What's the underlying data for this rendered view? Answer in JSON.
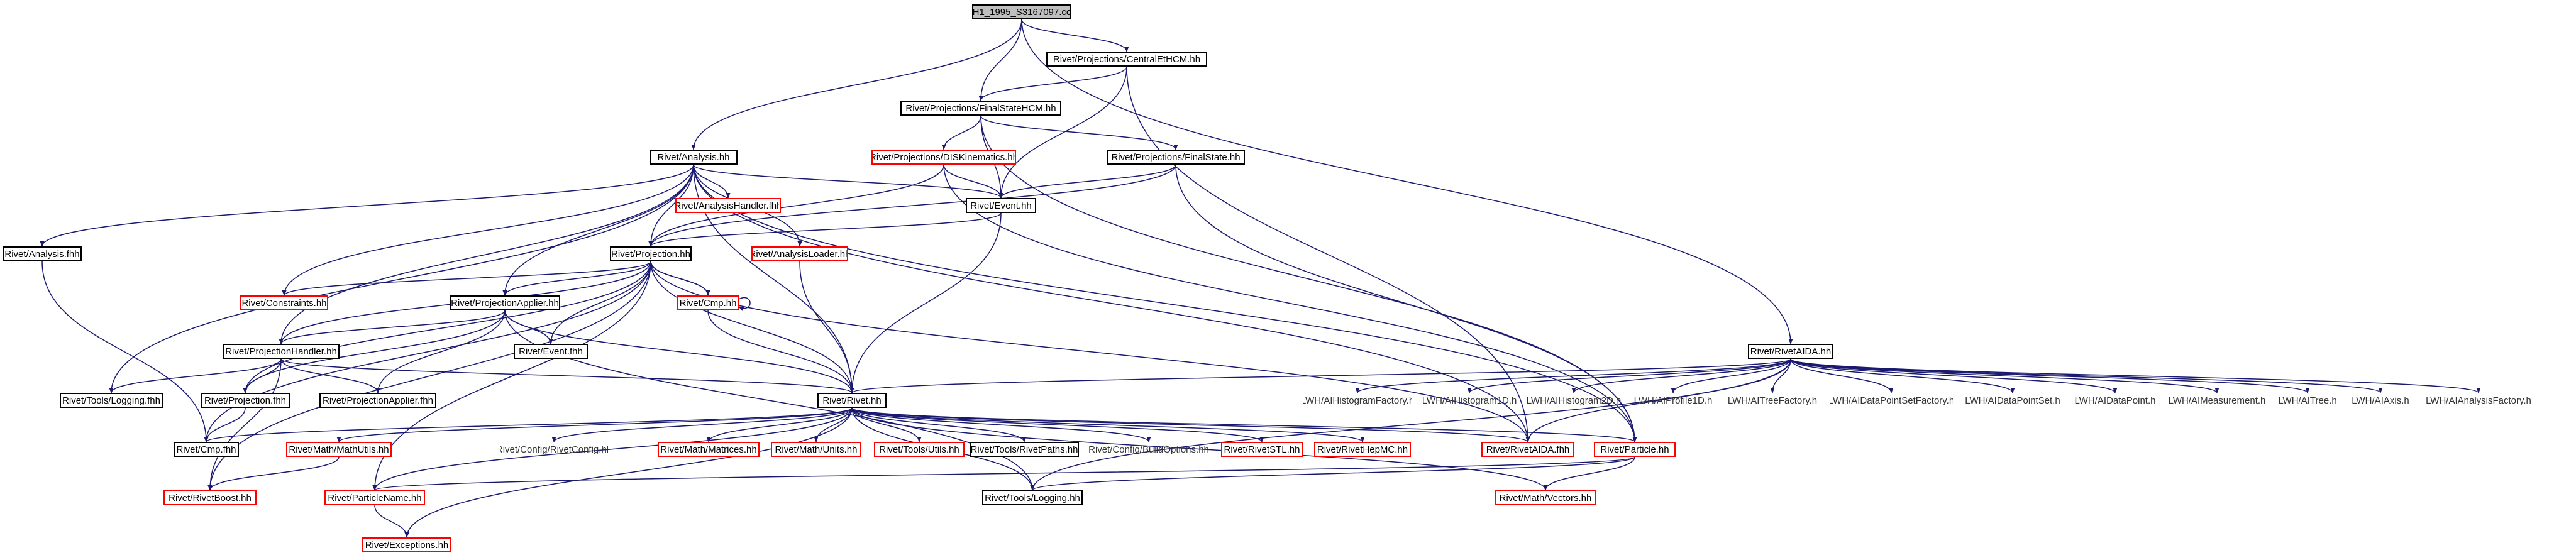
{
  "colors": {
    "edge": "#191970",
    "node_border": "#000000",
    "missing_border": "#ff0000",
    "root_fill": "#bfbfbf",
    "external_text": "#333333"
  },
  "nodes": {
    "root": "H1_1995_S3167097.cc",
    "central_et_hcm": "Rivet/Projections/CentralEtHCM.hh",
    "final_state_hcm": "Rivet/Projections/FinalStateHCM.hh",
    "analysis_hh": "Rivet/Analysis.hh",
    "dis_kinematics": "Rivet/Projections/DISKinematics.hh",
    "final_state": "Rivet/Projections/FinalState.hh",
    "analysis_fhh": "Rivet/Analysis.fhh",
    "analysis_handler_fhh": "Rivet/AnalysisHandler.fhh",
    "event_hh": "Rivet/Event.hh",
    "projection_hh": "Rivet/Projection.hh",
    "analysis_loader": "Rivet/AnalysisLoader.hh",
    "constraints": "Rivet/Constraints.hh",
    "projection_applier_hh": "Rivet/ProjectionApplier.hh",
    "cmp_hh": "Rivet/Cmp.hh",
    "projection_handler": "Rivet/ProjectionHandler.hh",
    "event_fhh": "Rivet/Event.fhh",
    "tools_logging_fhh": "Rivet/Tools/Logging.fhh",
    "projection_fhh": "Rivet/Projection.fhh",
    "projection_applier_fhh": "Rivet/ProjectionApplier.fhh",
    "rivet_hh": "Rivet/Rivet.hh",
    "cmp_fhh": "Rivet/Cmp.fhh",
    "math_utils": "Rivet/Math/MathUtils.hh",
    "config_rivet": "Rivet/Config/RivetConfig.hh",
    "math_matrices": "Rivet/Math/Matrices.hh",
    "math_units": "Rivet/Math/Units.hh",
    "tools_utils": "Rivet/Tools/Utils.hh",
    "tools_paths": "Rivet/Tools/RivetPaths.hh",
    "config_build": "Rivet/Config/BuildOptions.hh",
    "rivet_stl": "Rivet/RivetSTL.hh",
    "rivet_hepmc": "Rivet/RivetHepMC.hh",
    "rivet_aida_fhh": "Rivet/RivetAIDA.fhh",
    "particle_hh": "Rivet/Particle.hh",
    "rivet_boost": "Rivet/RivetBoost.hh",
    "particle_name": "Rivet/ParticleName.hh",
    "tools_logging_hh": "Rivet/Tools/Logging.hh",
    "math_vectors": "Rivet/Math/Vectors.hh",
    "exceptions": "Rivet/Exceptions.hh",
    "rivet_aida_hh": "Rivet/RivetAIDA.hh",
    "lwh_histogram_factory": "LWH/AIHistogramFactory.h",
    "lwh_histogram1d": "LWH/AIHistogram1D.h",
    "lwh_histogram2d": "LWH/AIHistogram2D.h",
    "lwh_profile1d": "LWH/AIProfile1D.h",
    "lwh_tree_factory": "LWH/AITreeFactory.h",
    "lwh_dps_factory": "LWH/AIDataPointSetFactory.h",
    "lwh_dps": "LWH/AIDataPointSet.h",
    "lwh_dp": "LWH/AIDataPoint.h",
    "lwh_measurement": "LWH/AIMeasurement.h",
    "lwh_tree": "LWH/AITree.h",
    "lwh_axis": "LWH/AIAxis.h",
    "lwh_analysis_factory": "LWH/AIAnalysisFactory.h"
  }
}
